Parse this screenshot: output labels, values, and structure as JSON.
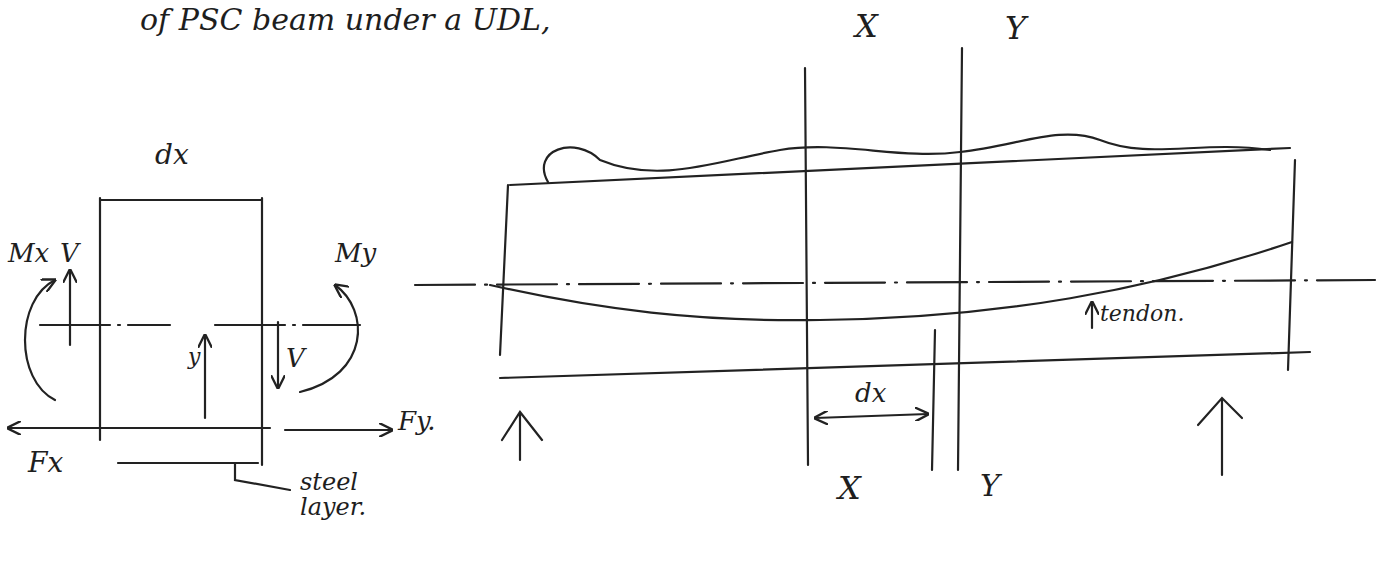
{
  "diagram": {
    "title": "of PSC beam under a UDL,",
    "labels": [
      "dx",
      "Mx",
      "V",
      "My",
      "y",
      "V",
      "Fx",
      "Fy.",
      "steel layer.",
      "X",
      "Y",
      "X",
      "Y",
      "dx",
      "tendon."
    ]
  }
}
